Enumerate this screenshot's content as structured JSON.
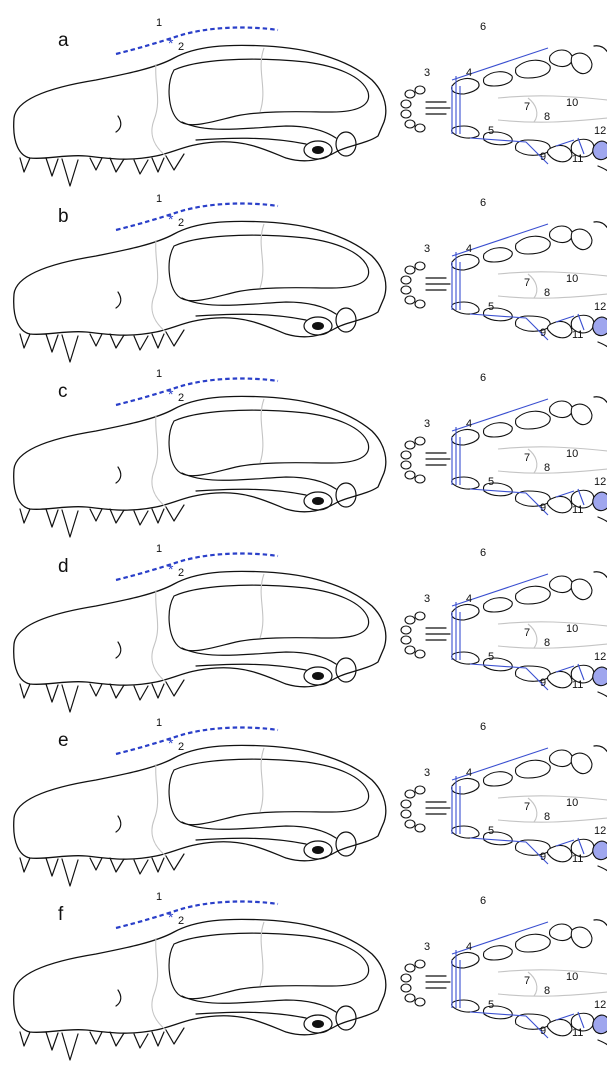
{
  "figure": {
    "panels": [
      {
        "letter": "a"
      },
      {
        "letter": "b"
      },
      {
        "letter": "c"
      },
      {
        "letter": "d"
      },
      {
        "letter": "e"
      },
      {
        "letter": "f"
      }
    ],
    "lateral_labels": [
      "1",
      "2"
    ],
    "ventral_labels": [
      "3",
      "4",
      "5",
      "6",
      "7",
      "8",
      "9",
      "10",
      "11",
      "12"
    ],
    "marker_glyph": "*"
  },
  "colors": {
    "measurement_blue": "#2a3fc9",
    "highlight_fill": "#9fa6ee",
    "line_ink": "#111111",
    "faint_gray": "#c4c4c4"
  }
}
